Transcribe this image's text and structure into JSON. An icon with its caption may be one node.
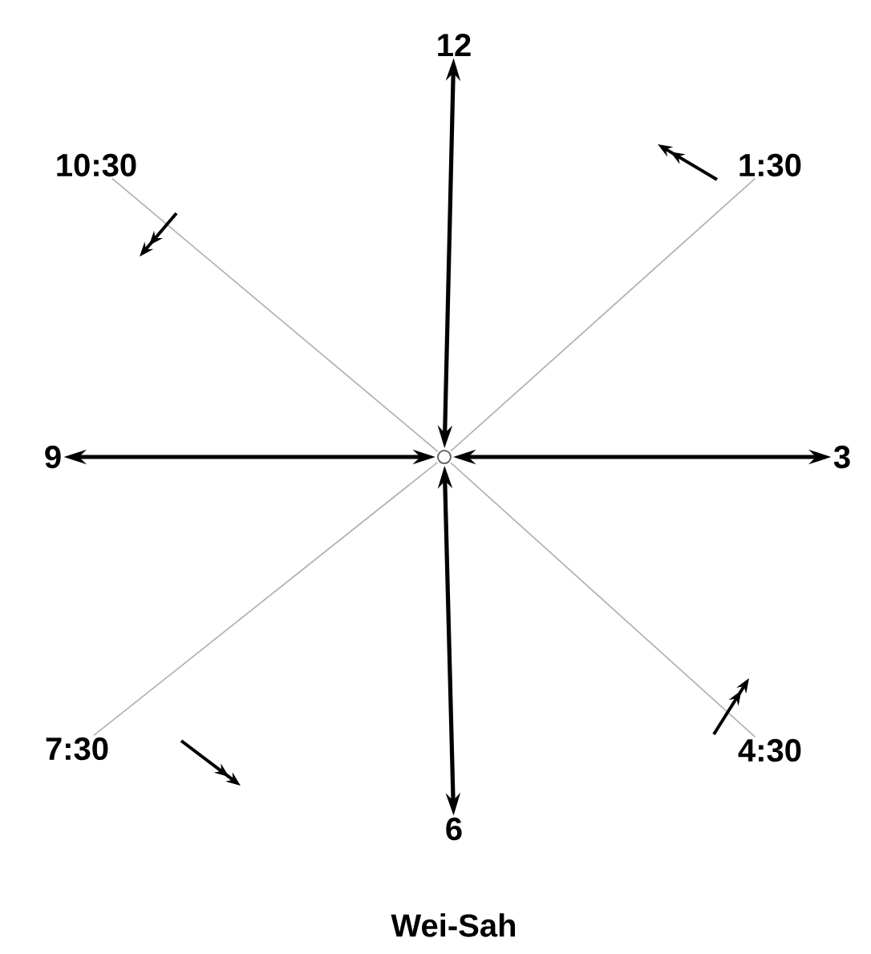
{
  "diagram": {
    "caption": "Wei-Sah",
    "nodes": [
      {
        "text": [
          "12"
        ]
      },
      {
        "text": [
          "1:30"
        ]
      },
      {
        "text": [
          "3"
        ]
      },
      {
        "text": [
          "4:30"
        ]
      },
      {
        "text": [
          "6"
        ]
      },
      {
        "text": [
          "7:30"
        ]
      },
      {
        "text": [
          "9"
        ]
      },
      {
        "text": [
          "10:30"
        ]
      },
      {
        "text": [],
        "shape": "circle"
      }
    ],
    "edges": [
      {
        "from": 8,
        "to": 0,
        "arrow": "both",
        "style": "thick"
      },
      {
        "from": 8,
        "to": 1,
        "arrow": "none",
        "color": "#b4b4b4"
      },
      {
        "from": 8,
        "to": 2,
        "arrow": "both",
        "style": "thick"
      },
      {
        "from": 8,
        "to": 3,
        "arrow": "none",
        "color": "#b4b4b4"
      },
      {
        "from": 8,
        "to": 4,
        "arrow": "both",
        "style": "thick"
      },
      {
        "from": 8,
        "to": 5,
        "arrow": "none",
        "color": "#b4b4b4"
      },
      {
        "from": 8,
        "to": 6,
        "arrow": "both",
        "style": "thick"
      },
      {
        "from": 8,
        "to": 7,
        "arrow": "none",
        "color": "#b4b4b4"
      }
    ]
  }
}
